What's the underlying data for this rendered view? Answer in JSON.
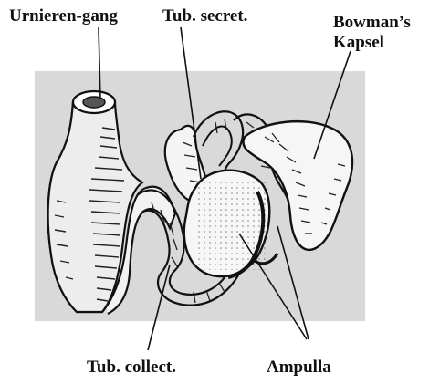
{
  "labels": {
    "urnieren_gang": "Urnieren-gang",
    "tub_secret": "Tub. secret.",
    "bowman_line1": "Bowman’s",
    "bowman_line2": "Kapsel",
    "tub_collect": "Tub. collect.",
    "ampulla": "Ampulla"
  },
  "colors": {
    "ink": "#111111",
    "background_panel": "#d9d9d9",
    "page": "#ffffff"
  }
}
